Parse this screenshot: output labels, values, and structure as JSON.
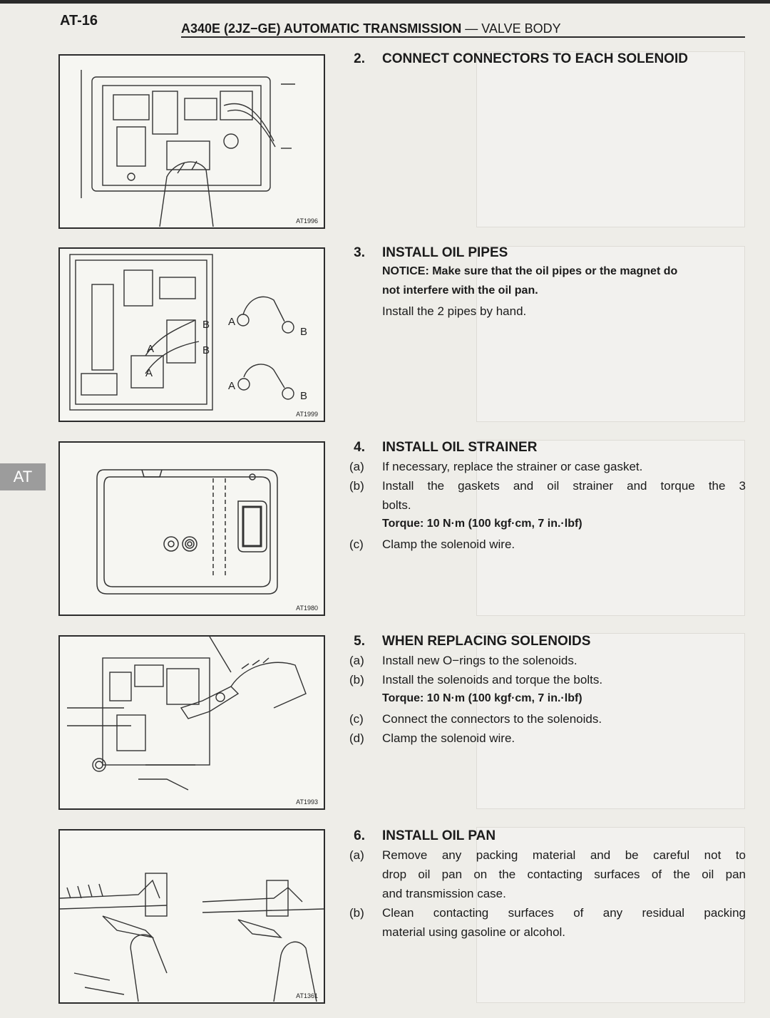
{
  "header": {
    "page": "AT-16",
    "title_bold": "A340E (2JZ−GE) AUTOMATIC TRANSMISSION",
    "title_sep": " — ",
    "title_light": "VALVE BODY"
  },
  "side_tab": "AT",
  "figures": {
    "f1": "AT1996",
    "f2": "AT1999",
    "f3": "AT1980",
    "f4": "AT1993",
    "f5": "AT1361",
    "pipe_labels": [
      "A",
      "B",
      "B",
      "A",
      "B",
      "B",
      "A",
      "A"
    ]
  },
  "steps": [
    {
      "num": "2.",
      "head": "CONNECT CONNECTORS TO EACH SOLENOID"
    },
    {
      "num": "3.",
      "head": "INSTALL OIL PIPES",
      "notice_1": "NOTICE: Make sure that the oil pipes or the magnet do",
      "notice_2": "not interfere with the oil pan.",
      "text": "Install the 2 pipes by hand."
    },
    {
      "num": "4.",
      "head": "INSTALL OIL STRAINER",
      "a_label": "(a)",
      "a_text": "If necessary, replace the strainer or case gasket.",
      "b_label": "(b)",
      "b_text_1": "Install the gaskets and oil strainer and torque the 3",
      "b_text_2": "bolts.",
      "torque": "Torque: 10 N·m (100 kgf·cm, 7 in.·lbf)",
      "c_label": "(c)",
      "c_text": "Clamp the solenoid wire."
    },
    {
      "num": "5.",
      "head": "WHEN REPLACING SOLENOIDS",
      "a_label": "(a)",
      "a_text": "Install new O−rings to the solenoids.",
      "b_label": "(b)",
      "b_text": "Install the solenoids and torque the bolts.",
      "torque": "Torque: 10 N·m (100 kgf·cm, 7 in.·lbf)",
      "c_label": "(c)",
      "c_text": "Connect the connectors to the solenoids.",
      "d_label": "(d)",
      "d_text": "Clamp the solenoid wire."
    },
    {
      "num": "6.",
      "head": "INSTALL OIL PAN",
      "a_label": "(a)",
      "a_text_1": "Remove any packing material and be careful not to",
      "a_text_2": "drop oil pan on the contacting surfaces of the oil pan",
      "a_text_3": "and transmission case.",
      "b_label": "(b)",
      "b_text_1": "Clean contacting surfaces of any residual packing",
      "b_text_2": "material using gasoline or alcohol."
    }
  ]
}
